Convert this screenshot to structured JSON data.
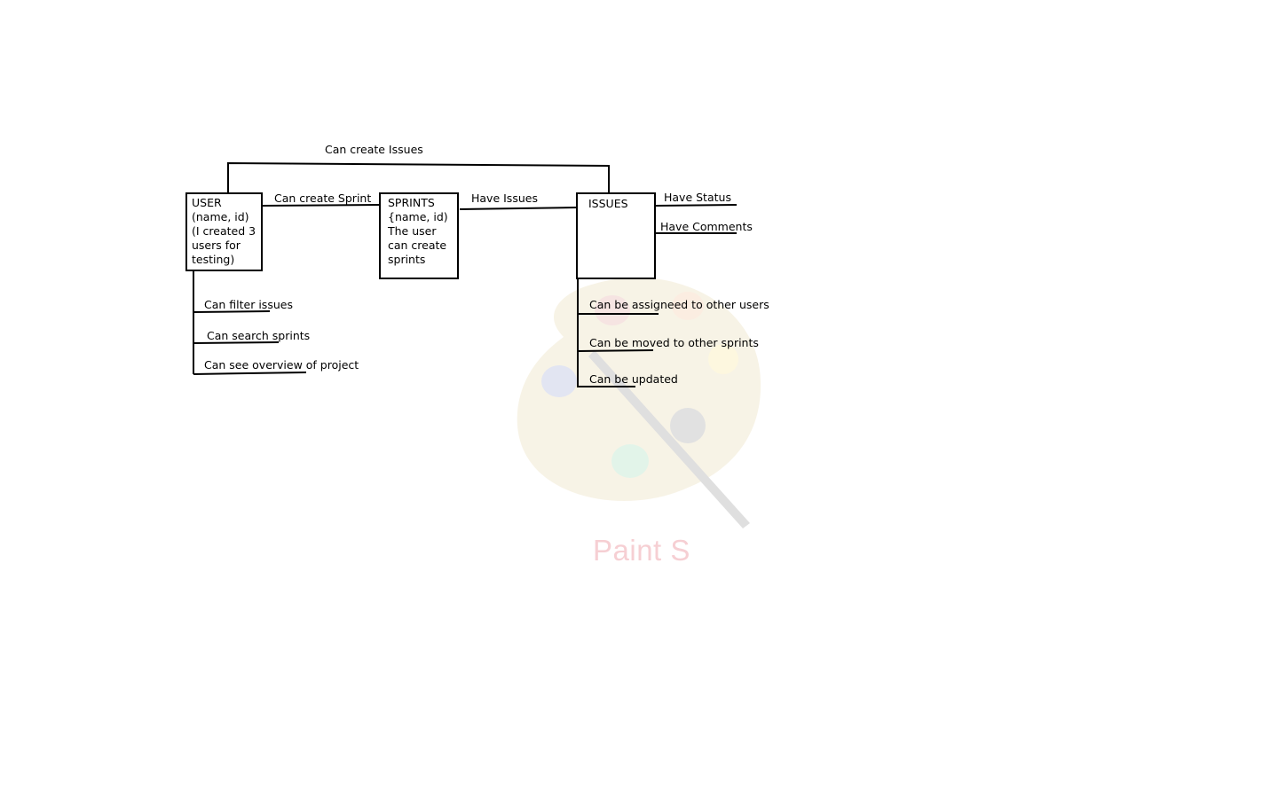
{
  "watermark": {
    "icon": "paint-palette-icon",
    "text": "Paint S",
    "text_color": "#f6cfd3"
  },
  "entities": {
    "user": {
      "lines": [
        "USER",
        "(name, id)",
        "(I created 3",
        "users for",
        "testing)"
      ]
    },
    "sprints": {
      "lines": [
        "SPRINTS",
        "{name, id)",
        "The user",
        "can create",
        "sprints"
      ]
    },
    "issues": {
      "lines": [
        "ISSUES"
      ]
    }
  },
  "relations": {
    "user_issues": "Can create Issues",
    "user_sprints": "Can create Sprint",
    "sprints_issues": "Have Issues"
  },
  "user_abilities": [
    "Can filter issues",
    "Can search sprints",
    "Can see overview of project"
  ],
  "issue_attributes": [
    "Have Status",
    "Have Comments"
  ],
  "issue_abilities": [
    "Can be assigneed to other users",
    "Can be moved to other sprints",
    "Can be updated"
  ],
  "colors": {
    "line": "#000000",
    "background": "#ffffff"
  }
}
